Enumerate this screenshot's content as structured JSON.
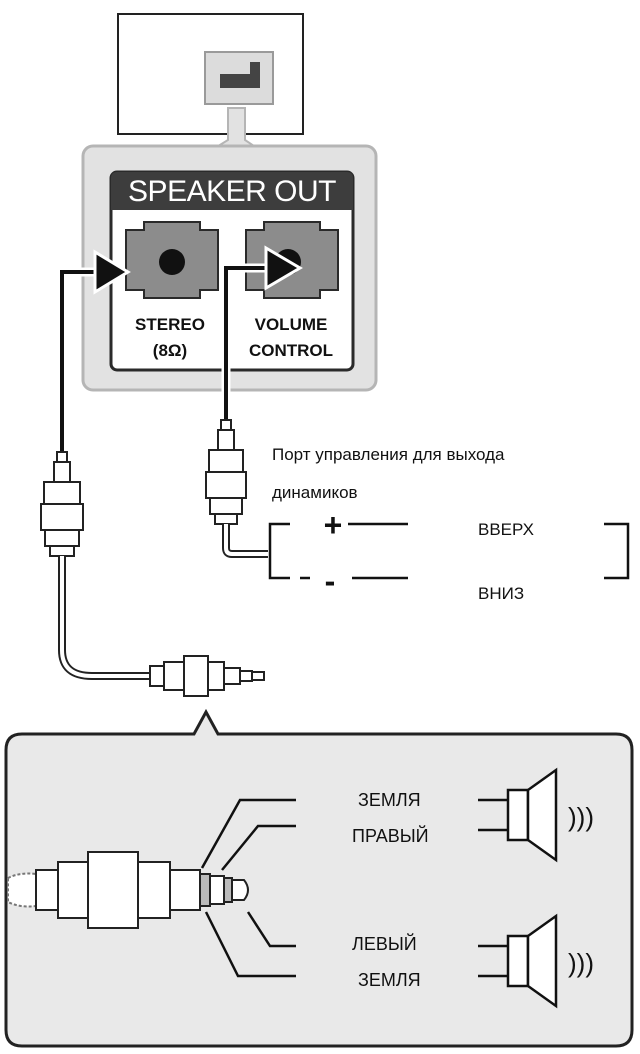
{
  "panel": {
    "header": "SPEAKER OUT",
    "jack_left": {
      "line1": "STEREO",
      "line2": "(8Ω)"
    },
    "jack_right": {
      "line1": "VOLUME",
      "line2": "CONTROL"
    }
  },
  "control": {
    "caption_line1": "Порт управления для выхода",
    "caption_line2": "динамиков",
    "plus_symbol": "+",
    "minus_symbol": "-",
    "up_label": "ВВЕРХ",
    "down_label": "ВНИЗ"
  },
  "pinout": {
    "ground_top": "ЗЕМЛЯ",
    "right": "ПРАВЫЙ",
    "left": "ЛЕВЫЙ",
    "ground_bottom": "ЗЕМЛЯ",
    "sound_waves": ")))"
  },
  "colors": {
    "panel_bg": "#e2e2e2",
    "panel_border": "#b5b5b5",
    "header_bg": "#3d3d3d",
    "jack_fill": "#8c8c8c",
    "callout_bg": "#e9e9e9",
    "line": "#111111"
  }
}
